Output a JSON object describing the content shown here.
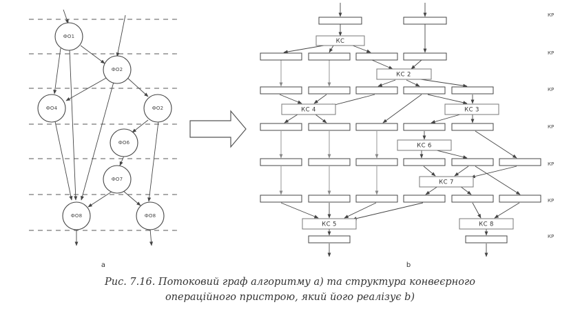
{
  "graph_a": {
    "label": "a",
    "nodes": [
      {
        "id": "n1",
        "label": "ФО1"
      },
      {
        "id": "n2",
        "label": "ФО2"
      },
      {
        "id": "n3",
        "label": "ФО4"
      },
      {
        "id": "n4",
        "label": "ФО2"
      },
      {
        "id": "n5",
        "label": "ФО6"
      },
      {
        "id": "n6",
        "label": "ФО7"
      },
      {
        "id": "n7",
        "label": "ФО8"
      },
      {
        "id": "n8",
        "label": "ФО8"
      }
    ]
  },
  "structure_b": {
    "label": "b",
    "row_label": "КР",
    "combinational": [
      {
        "id": "ks",
        "label": "КС"
      },
      {
        "id": "ks2",
        "label": "КС 2"
      },
      {
        "id": "ks4",
        "label": "КС 4"
      },
      {
        "id": "ks3",
        "label": "КС 3"
      },
      {
        "id": "ks6",
        "label": "КС 6"
      },
      {
        "id": "ks7",
        "label": "КС 7"
      },
      {
        "id": "ks5",
        "label": "КС 5"
      },
      {
        "id": "ks8",
        "label": "КС 8"
      }
    ]
  },
  "caption": {
    "line1": "Рис. 7.16.  Потоковий граф алгоритму а) та структура конвеєрного",
    "line2": "операційного пристрою, який його реалізує b)"
  },
  "colors": {
    "ink": "#444444",
    "background": "#ffffff"
  }
}
